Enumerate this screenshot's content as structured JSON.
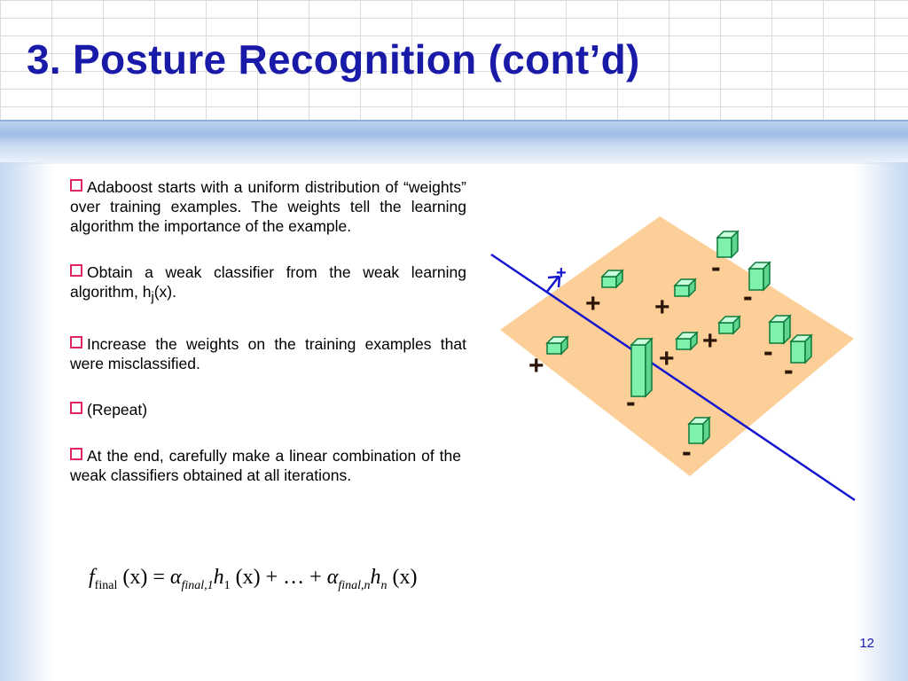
{
  "slide": {
    "title": "3. Posture Recognition (cont’d)",
    "page_number": "12"
  },
  "bullets": [
    {
      "prefix": "Adaboost starts with a uniform distribution of “weights” over training examples. The weights tell the learning algorithm the importance of the example.",
      "subscript": "",
      "suffix": ""
    },
    {
      "prefix": "Obtain a weak classifier from the weak learning algorithm, h",
      "subscript": "j",
      "suffix": "(x)."
    },
    {
      "prefix": "Increase the weights on the training examples that were misclassified.",
      "subscript": "",
      "suffix": ""
    },
    {
      "prefix": "(Repeat)",
      "subscript": "",
      "suffix": ""
    },
    {
      "prefix": "At the end, carefully make a linear combination of the weak classifiers obtained at all iterations.",
      "subscript": "",
      "suffix": ""
    }
  ],
  "formula": {
    "f": "f",
    "f_sub": "final",
    "x1": "(x)",
    "eq": "=",
    "alpha1": "α",
    "alpha1_sub": "final,1",
    "h1": "h",
    "h1_sub": "1",
    "x2": "(x)",
    "plus1": "+",
    "dots": "…",
    "plus2": "+",
    "alpha2": "α",
    "alpha2_sub": "final,n",
    "hn": "h",
    "hn_sub": "n",
    "x3": "(x)"
  },
  "figure": {
    "plus_label": "+",
    "minus_label": "-",
    "arrow_label": "+",
    "colors": {
      "plane": "#fccf98",
      "line": "#1515d0",
      "box": "#80f0ad",
      "box_edge": "#0c7a3a",
      "label": "#2a1508"
    }
  },
  "colors": {
    "title": "#1a1aa8",
    "bullet_square": "#e0245e",
    "page_number": "#1a1aa8"
  }
}
